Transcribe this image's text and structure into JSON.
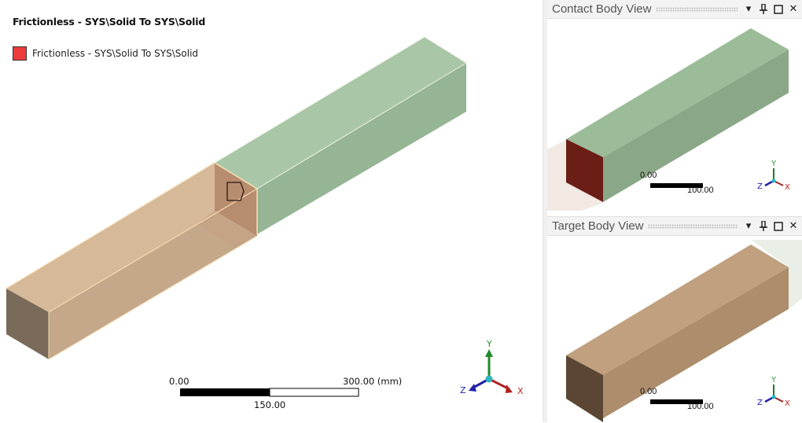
{
  "main_view": {
    "title": "Frictionless - SYS\\Solid To SYS\\Solid",
    "legend": [
      {
        "label": "Frictionless - SYS\\Solid To SYS\\Solid",
        "color": "#ee3b3b"
      }
    ],
    "scale_bar": {
      "start": "0.00",
      "mid": "150.00",
      "end": "300.00 (mm)"
    },
    "triad": {
      "x": "X",
      "y": "Y",
      "z": "Z"
    },
    "colors": {
      "contact_body": "#a9c6a6",
      "target_body": "#d9b99a",
      "selection_outline": "#2a1a14"
    }
  },
  "contact_panel": {
    "title": "Contact Body View",
    "buttons": {
      "dropdown": "▾",
      "pin": "⊥",
      "maximize": "□",
      "close": "✕"
    },
    "scale_bar": {
      "start": "0.00",
      "end": "100.00"
    },
    "triad": {
      "x": "X",
      "y": "Y",
      "z": "Z"
    },
    "colors": {
      "body": "#8fae8c",
      "contact_face": "#6b1e16"
    }
  },
  "target_panel": {
    "title": "Target Body View",
    "buttons": {
      "dropdown": "▾",
      "pin": "⊥",
      "maximize": "□",
      "close": "✕"
    },
    "scale_bar": {
      "start": "0.00",
      "end": "100.00"
    },
    "triad": {
      "x": "X",
      "y": "Y",
      "z": "Z"
    },
    "colors": {
      "body": "#b89774",
      "front_face": "#5a4633"
    }
  }
}
